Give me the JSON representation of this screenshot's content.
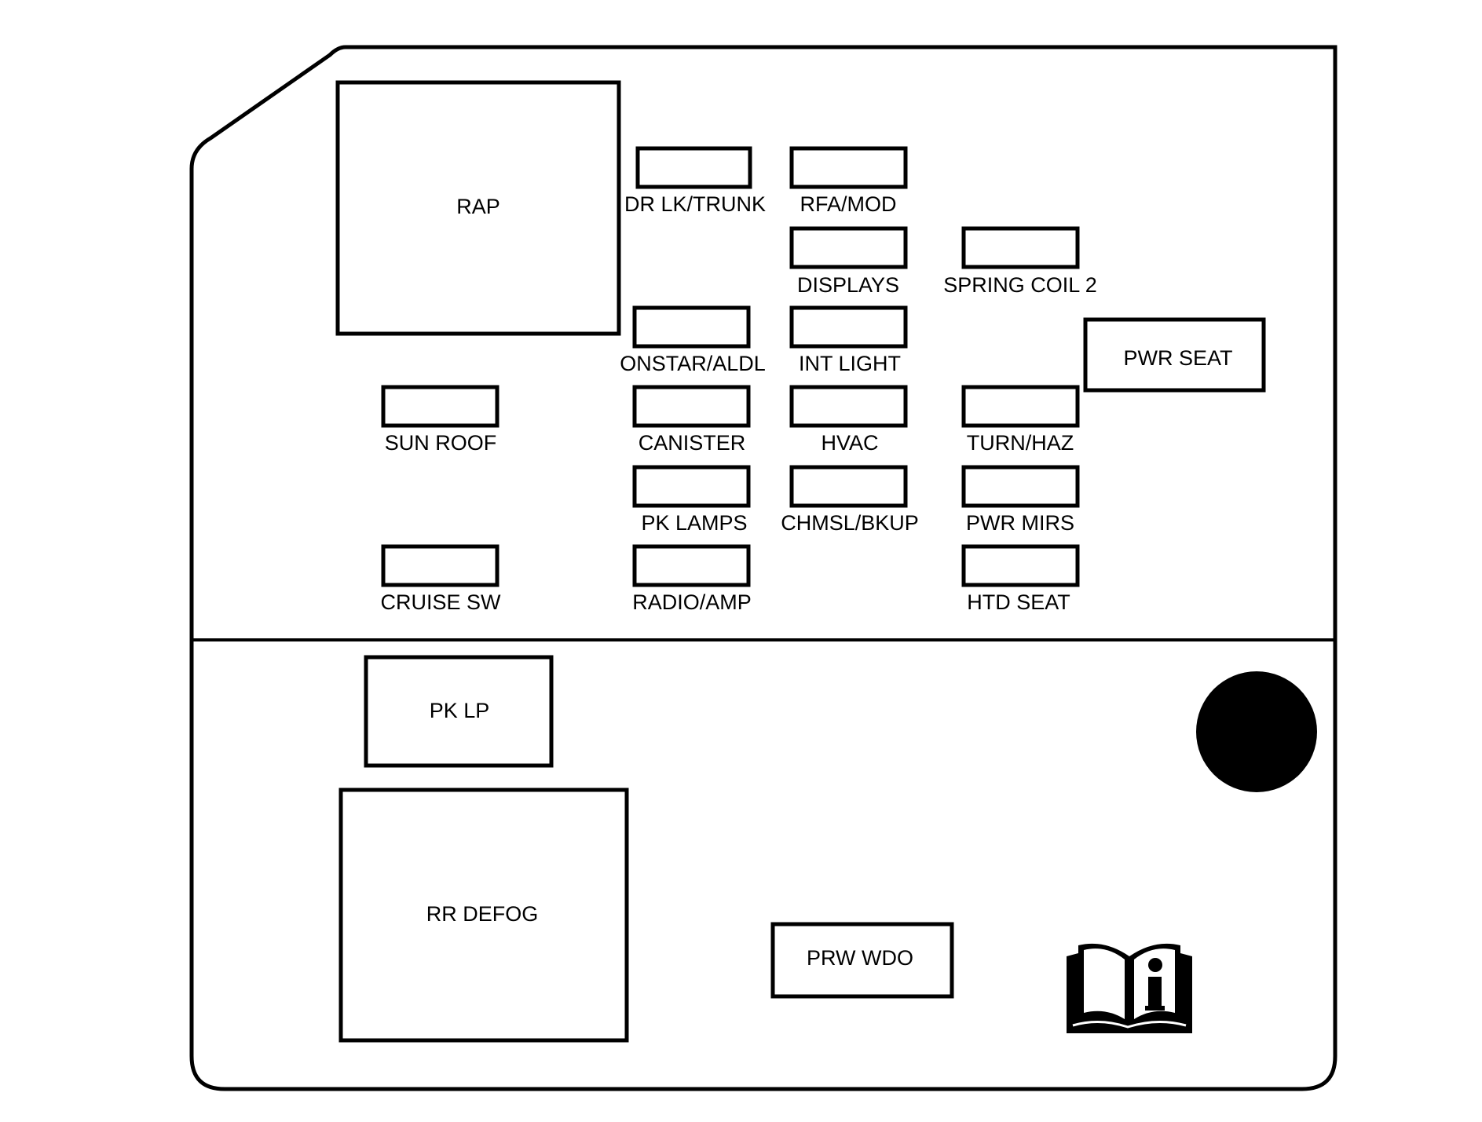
{
  "relays": {
    "rap": "RAP",
    "pwr_seat": "PWR SEAT",
    "pk_lp": "PK LP",
    "rr_defog": "RR DEFOG",
    "prw_wdo": "PRW WDO"
  },
  "fuses": {
    "dr_lk_trunk": "DR LK/TRUNK",
    "rfa_mod": "RFA/MOD",
    "displays": "DISPLAYS",
    "spring_coil_2": "SPRING COIL 2",
    "onstar_aldl": "ONSTAR/ALDL",
    "int_light": "INT LIGHT",
    "sun_roof": "SUN ROOF",
    "canister": "CANISTER",
    "hvac": "HVAC",
    "turn_haz": "TURN/HAZ",
    "pk_lamps": "PK LAMPS",
    "chmsl_bkup": "CHMSL/BKUP",
    "pwr_mirs": "PWR MIRS",
    "cruise_sw": "CRUISE SW",
    "radio_amp": "RADIO/AMP",
    "htd_seat": "HTD SEAT"
  },
  "icons": {
    "manual": "owner-manual-info-icon",
    "mount": "mounting-hole"
  }
}
